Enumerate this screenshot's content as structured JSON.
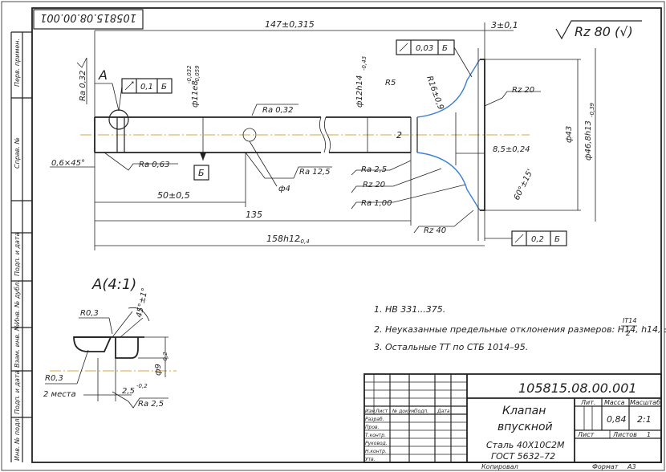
{
  "drawing": {
    "number_rotated": "105815.08.00.001",
    "surface_finish_general": "Rz 80 (√)",
    "view_label_a": "A",
    "detail_title": "A(4:1)",
    "datum_b": "Б",
    "dims": {
      "d147": "147±0,315",
      "d3": "3±0,1",
      "d11": "ф11e8",
      "d11_tol_up": "-0,032",
      "d11_tol_dn": "-0,059",
      "d12": "ф12h14",
      "d12_tol": "-0,43",
      "r5": "R5",
      "r16": "R16±0,9",
      "d2": "2",
      "d85": "8,5±0,24",
      "d43": "ф43",
      "d46": "ф46,8h13",
      "d46_tol": "-0,39",
      "ang60": "60°±15'",
      "d50": "50±0,5",
      "d135": "135",
      "d158": "158h12",
      "d158_tol": "-0,4",
      "chamfer": "0,6×45°",
      "d4": "ф4",
      "r03": "R0,3",
      "r03b": "R0,3",
      "r03b_note": "2 места",
      "a45": "45°±1°",
      "d9": "ф9",
      "d9_tol": "-0,2",
      "d25": "2,5",
      "d25_tol": "-0,2"
    },
    "rough": {
      "ra032_left": "Ra 0,32",
      "ra032_mid": "Ra 0,32",
      "ra063": "Ra 0,63",
      "ra125": "Ra 12,5",
      "ra25": "Ra 2,5",
      "rz20a": "Rz 20",
      "rz20b": "Rz 20",
      "ra100": "Ra 1,00",
      "rz40": "Rz 40",
      "ra25_detail": "Ra 2,5"
    },
    "tol_frames": [
      {
        "val": "0,1",
        "base": "Б"
      },
      {
        "val": "0,03",
        "base": "Б"
      },
      {
        "val": "0,2",
        "base": "Б"
      }
    ],
    "notes": [
      "1. НВ 331...375.",
      "2. Неуказанные предельные отклонения размеров: Н14, h14, ±",
      "3. Остальные ТТ по СТБ 1014–95."
    ],
    "note2_frac_num": "IT14",
    "note2_frac_den": "2"
  },
  "left_strip": [
    "Перв. примен.",
    "Справ. №",
    "Подп. и дата",
    "Инв. № дубл.",
    "Взам. инв. №",
    "Подп. и дата",
    "Инв. № подл."
  ],
  "title_block": {
    "designation": "105815.08.00.001",
    "name_line1": "Клапан",
    "name_line2": "впускной",
    "material_line1": "Сталь 40Х10С2М",
    "material_line2": "ГОСТ 5632–72",
    "col_lit": "Лит.",
    "col_mass": "Масса",
    "col_scale": "Масштаб",
    "mass": "0,84",
    "scale": "2:1",
    "sheet_label": "Лист",
    "sheets_label": "Листов",
    "sheets": "1",
    "row_headers": [
      "Изм.",
      "Лист",
      "№ докум.",
      "Подп.",
      "Дата"
    ],
    "roles": [
      "Разраб.",
      "Пров.",
      "Т.контр.",
      "Руковод.",
      "Н.контр.",
      "Утв."
    ],
    "copied": "Копировал",
    "format": "Формат",
    "format_val": "А3"
  }
}
